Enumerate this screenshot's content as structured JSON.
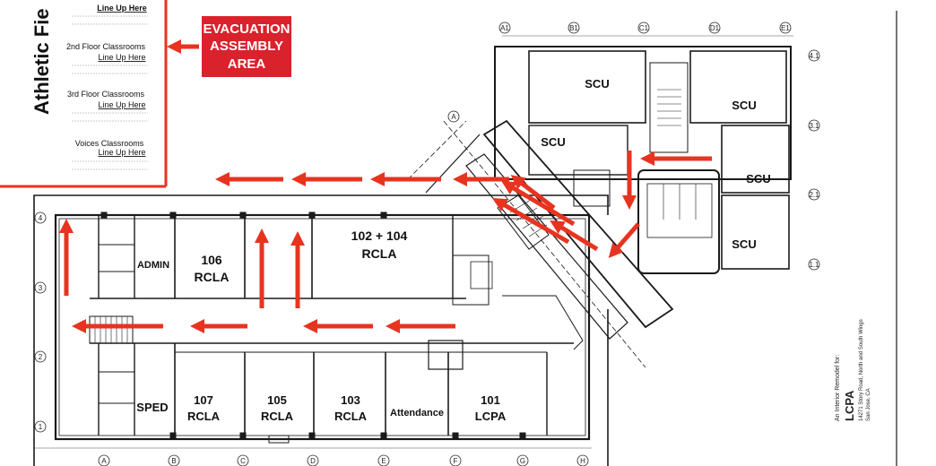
{
  "side_title": "Athletic Fie",
  "legend": {
    "groups": [
      {
        "heading": "",
        "sub": "Line Up Here"
      },
      {
        "heading": "2nd Floor Classrooms",
        "sub": "Line Up Here"
      },
      {
        "heading": "3rd Floor Classrooms",
        "sub": "Line Up Here"
      },
      {
        "heading": "Voices Classrooms",
        "sub": "Line Up Here"
      }
    ]
  },
  "evacuation_badge": {
    "line1": "EVACUATION",
    "line2": "ASSEMBLY",
    "line3": "AREA"
  },
  "rooms": {
    "admin": "ADMIN",
    "r106_num": "106",
    "r106_name": "RCLA",
    "r102_num": "102 + 104",
    "r102_name": "RCLA",
    "sped": "SPED",
    "r107_num": "107",
    "r107_name": "RCLA",
    "r105_num": "105",
    "r105_name": "RCLA",
    "r103_num": "103",
    "r103_name": "RCLA",
    "attendance": "Attendance",
    "r101_num": "101",
    "r101_name": "LCPA",
    "scu_top": "SCU",
    "scu_left": "SCU",
    "scu_right_top": "SCU",
    "scu_right_mid": "SCU",
    "scu_right_bottom": "SCU"
  },
  "grid": {
    "bottom": [
      "A",
      "B",
      "C",
      "D",
      "E",
      "F",
      "G",
      "H"
    ],
    "left": [
      "4",
      "3",
      "2",
      "1"
    ],
    "top_wing": [
      "A1",
      "B1",
      "C1",
      "D1",
      "E1"
    ],
    "right_wing": [
      "4.1",
      "3.1",
      "2.1",
      "1.1"
    ],
    "diagonal": "A"
  },
  "title_block": {
    "line1": "An Interior Remodel for:",
    "line2": "LCPA",
    "line3": "14271 Story Road, North and South Wings",
    "line4": "San Jose, CA"
  },
  "colors": {
    "arrow": "#e8331f",
    "badge": "#d9222b",
    "wall": "#1a1a1a",
    "frame": "#e8331f"
  }
}
